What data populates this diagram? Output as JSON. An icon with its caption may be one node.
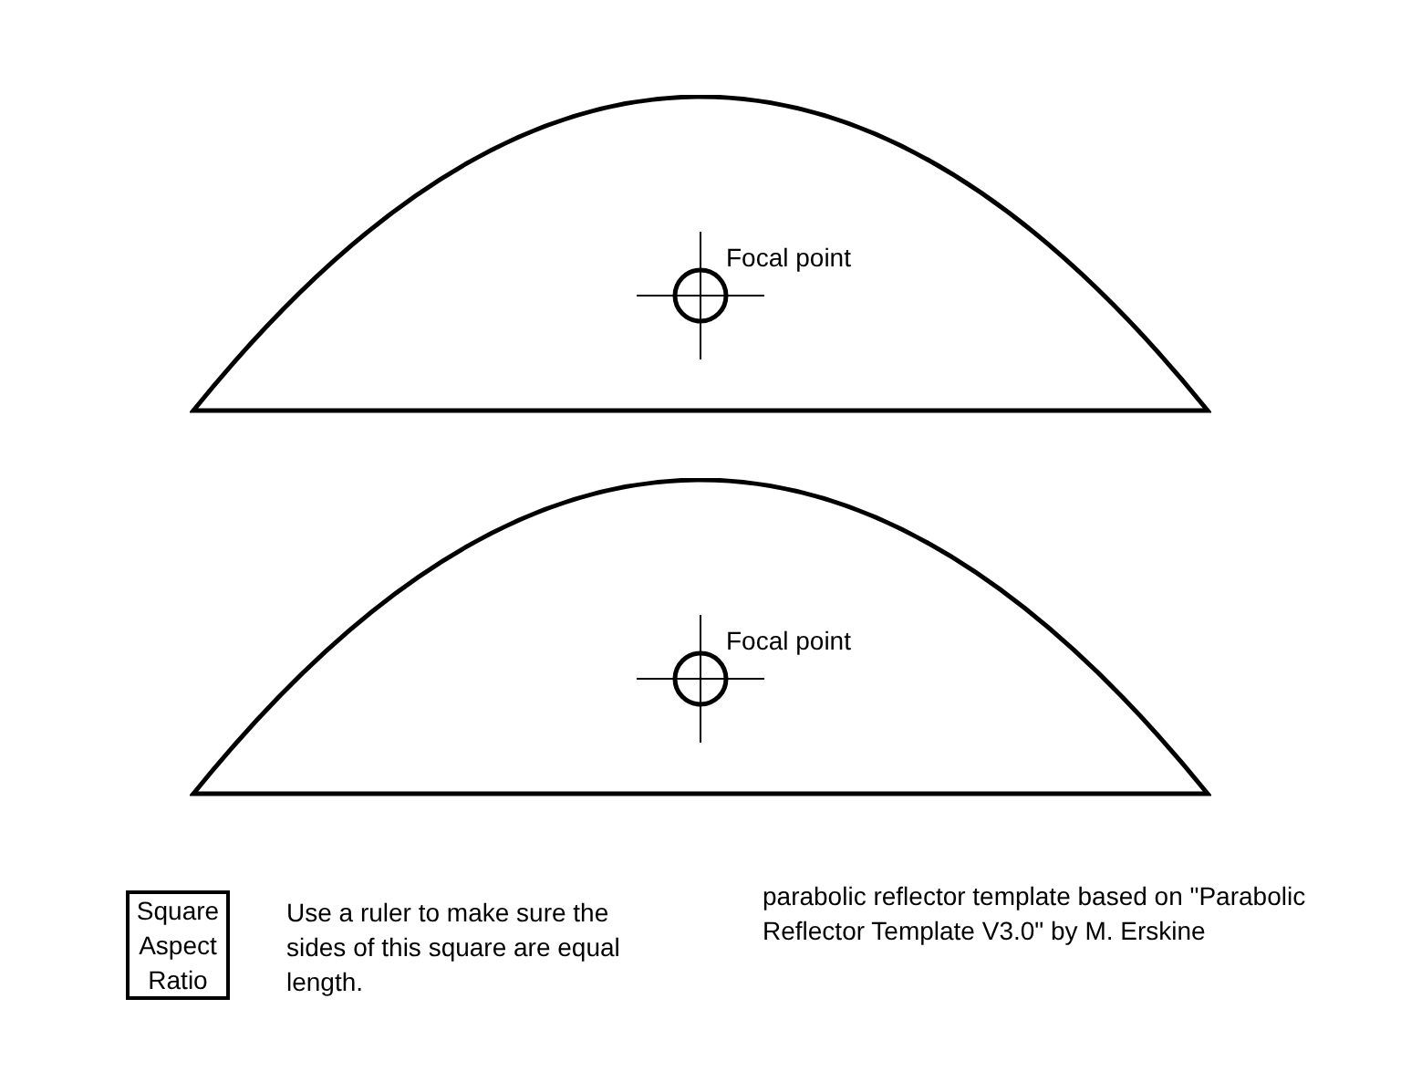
{
  "diagram": {
    "nodes": [
      {
        "text": [
          "Focal point"
        ]
      },
      {
        "text": [
          "Focal point"
        ]
      },
      {
        "text": [
          "Square Aspect Ratio"
        ]
      }
    ],
    "edges": [],
    "labels": [
      "Use a ruler to make sure the sides of this square are equal length.",
      "parabolic reflector template based on \"Parabolic Reflector Template V3.0\" by M. Erskine"
    ]
  }
}
